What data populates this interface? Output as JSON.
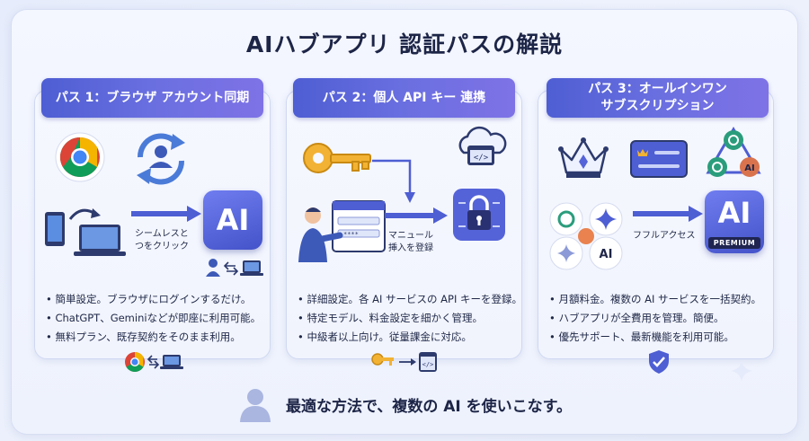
{
  "title": "AIハブアプリ 認証パスの解説",
  "paths": [
    {
      "header": "パス 1：ブラウザ アカウント同期",
      "arrow_label": [
        "シームレスと",
        "つをクリック"
      ],
      "bullets": [
        "簡単設定。ブラウザにログインするだけ。",
        "ChatGPT、Geminiなどが即座に利用可能。",
        "無料プラン、既存契約をそのまま利用。"
      ]
    },
    {
      "header": "パス 2：個人 API キー 連携",
      "arrow_label": [
        "マニュール",
        "挿入を登録"
      ],
      "bullets": [
        "詳細設定。各 AI サービスの API キーを登録。",
        "特定モデル、料金設定を細かく管理。",
        "中級者以上向け。従量課金に対応。"
      ]
    },
    {
      "header_line1": "パス 3：オールインワン",
      "header_line2": "サブスクリプション",
      "arrow_label": [
        "フフルアクセス"
      ],
      "bullets": [
        "月額料金。複数の AI サービスを一括契約。",
        "ハブアプリが全費用を管理。簡便。",
        "優先サポート、最新機能を利用可能。"
      ]
    }
  ],
  "ai_tile_text": "AI",
  "premium_badge": "PREMIUM",
  "claude_mark": "AI",
  "footer_text": "最適な方法で、複数の AI を使いこなす。",
  "colors": {
    "header_gradient_start": "#4e5ed3",
    "header_gradient_end": "#7e72e6",
    "ai_tile": "#5563d8",
    "title": "#1d2547"
  }
}
